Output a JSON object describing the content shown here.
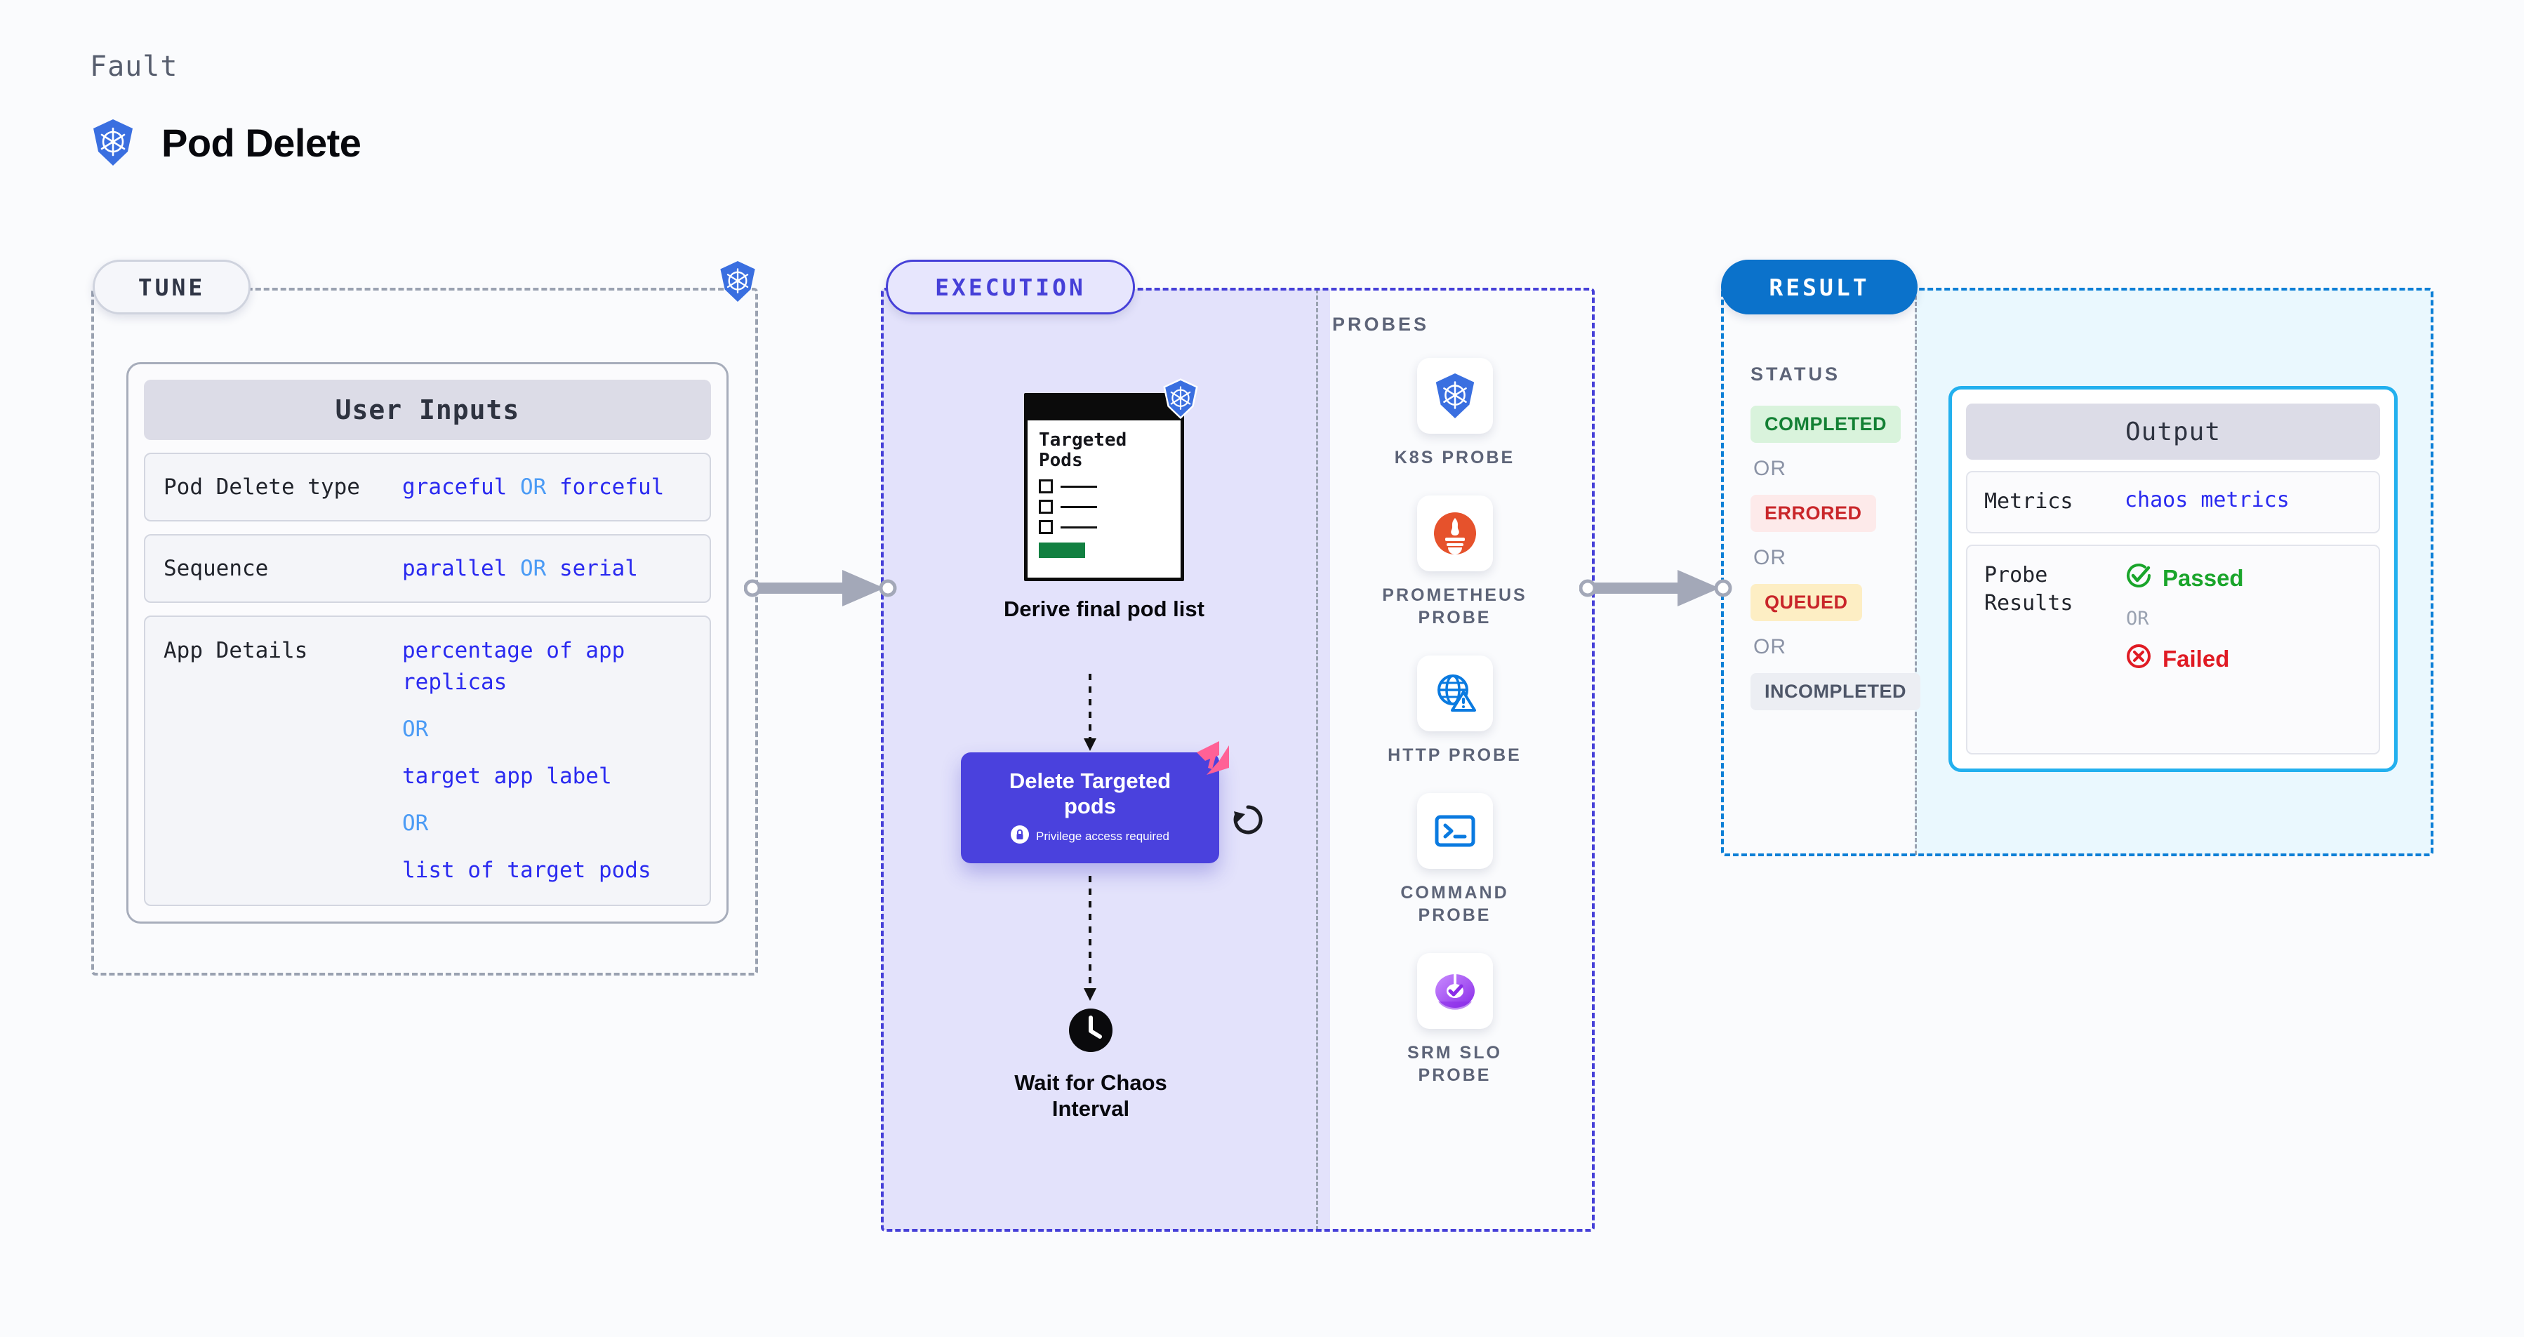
{
  "header": {
    "eyebrow": "Fault",
    "title": "Pod Delete",
    "icon": "kubernetes-icon"
  },
  "tune": {
    "pill_label": "TUNE",
    "badge_icon": "kubernetes-icon",
    "card": {
      "header": "User Inputs",
      "rows": [
        {
          "key": "Pod Delete type",
          "value_a": "graceful",
          "operator": "OR",
          "value_b": "forceful"
        },
        {
          "key": "Sequence",
          "value_a": "parallel",
          "operator": "OR",
          "value_b": "serial"
        }
      ],
      "app_details": {
        "key": "App Details",
        "options": [
          "percentage of app replicas",
          "target app label",
          "list of target pods"
        ],
        "operator": "OR"
      }
    }
  },
  "execution": {
    "pill_label": "EXECUTION",
    "derive_node": {
      "caption": "Derive final pod list",
      "doc_title": "Targeted Pods",
      "badge_icon": "kubernetes-icon",
      "checkbox_count": 3
    },
    "delete_card": {
      "title": "Delete Targeted pods",
      "privilege_note": "Privilege access required",
      "lock_icon": "lock-icon",
      "corner_icon": "harness-logo-icon",
      "retry_icon": "retry-loop-icon",
      "color": "#4a41dd"
    },
    "wait_node": {
      "caption": "Wait for Chaos Interval",
      "icon": "clock-icon"
    },
    "probes": {
      "label": "PROBES",
      "items": [
        {
          "label": "K8S PROBE",
          "icon": "kubernetes-icon"
        },
        {
          "label": "PROMETHEUS PROBE",
          "icon": "prometheus-icon"
        },
        {
          "label": "HTTP PROBE",
          "icon": "globe-warning-icon"
        },
        {
          "label": "COMMAND PROBE",
          "icon": "terminal-icon"
        },
        {
          "label": "SRM SLO PROBE",
          "icon": "slo-donut-check-icon"
        }
      ]
    }
  },
  "result": {
    "pill_label": "RESULT",
    "status_label": "STATUS",
    "operator": "OR",
    "statuses": [
      {
        "label": "COMPLETED",
        "bg": "#d9f3dc",
        "fg": "#138034"
      },
      {
        "label": "ERRORED",
        "bg": "#fdeaea",
        "fg": "#c9262a"
      },
      {
        "label": "QUEUED",
        "bg": "#fdeec4",
        "fg": "#c9262a"
      },
      {
        "label": "INCOMPLETED",
        "bg": "#eceef3",
        "fg": "#4e5costa"
      }
    ],
    "output": {
      "header": "Output",
      "metrics": {
        "key": "Metrics",
        "value": "chaos metrics"
      },
      "probe_results": {
        "key": "Probe Results",
        "passed": {
          "label": "Passed",
          "icon": "check-circle-icon",
          "color": "#1aa52b"
        },
        "operator": "OR",
        "failed": {
          "label": "Failed",
          "icon": "x-circle-icon",
          "color": "#e01b24"
        }
      }
    }
  }
}
